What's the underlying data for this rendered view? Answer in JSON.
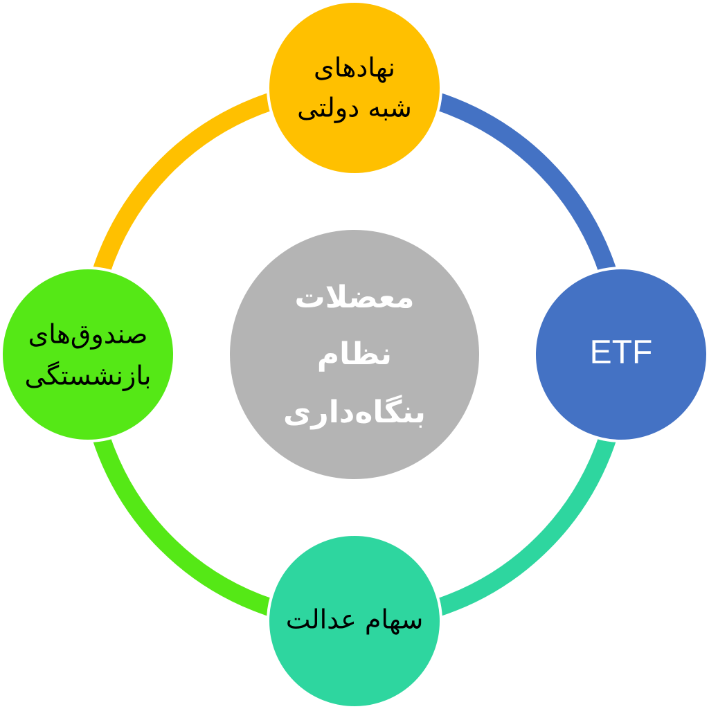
{
  "center": {
    "lines": [
      "معضلات",
      "نظام",
      "بنگاه‌داری"
    ],
    "color": "#B4B4B4",
    "text_color": "#FFFFFF"
  },
  "nodes": {
    "top": {
      "lines": [
        "نهادهای",
        "شبه دولتی"
      ],
      "color": "#FFC000",
      "text_color": "#000000"
    },
    "right": {
      "lines": [
        "ETF"
      ],
      "color": "#4472C4",
      "text_color": "#FFFFFF"
    },
    "bottom": {
      "lines": [
        "سهام عدالت"
      ],
      "color": "#2ED69F",
      "text_color": "#000000"
    },
    "left": {
      "lines": [
        "صندوق‌های",
        "بازنشستگی"
      ],
      "color": "#55E816",
      "text_color": "#000000"
    }
  },
  "ring": {
    "colors": {
      "top_right": "#4472C4",
      "right_bottom": "#2ED69F",
      "bottom_left": "#55E816",
      "left_top": "#FFC000"
    }
  }
}
